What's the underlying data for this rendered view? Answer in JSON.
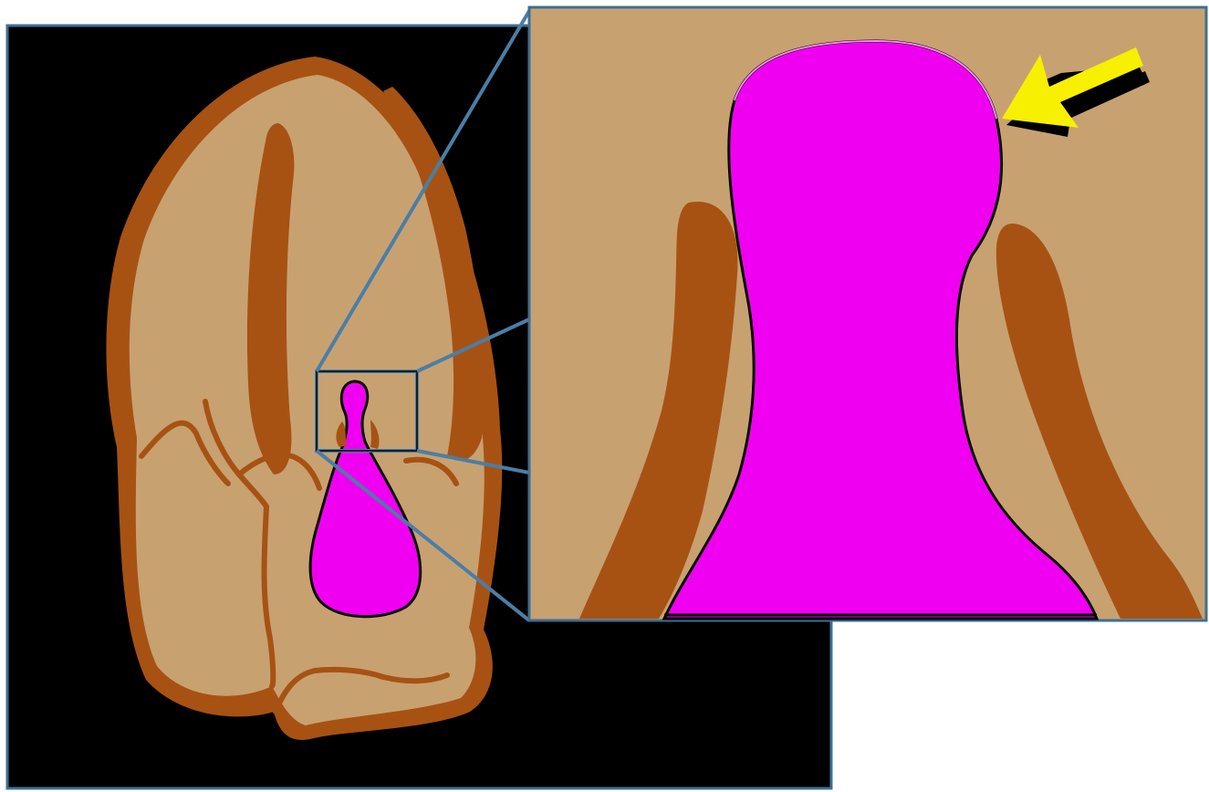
{
  "figure": {
    "colors": {
      "page_background": "#ffffff",
      "panel_background": "#000000",
      "frame_border": "#3d6f93",
      "tissue": "#c8a171",
      "dark_band": "#a75213",
      "highlight": "#f000f0",
      "callout_line": "#4a7ea6",
      "arrow": "#f7f000",
      "arrow_outline": "#000000"
    },
    "overview_panel": {
      "name": "overview-panel"
    },
    "zoom_box": {
      "name": "zoom-region-box"
    },
    "inset_panel": {
      "name": "magnified-inset"
    },
    "pointer": {
      "icon": "arrow-icon",
      "direction": "down-left"
    }
  }
}
